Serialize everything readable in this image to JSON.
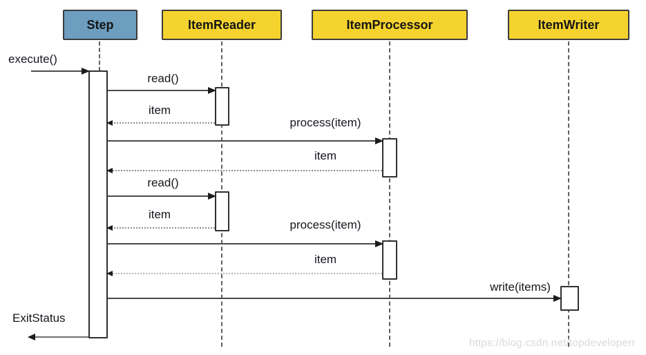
{
  "diagram": {
    "type": "uml-sequence",
    "participants": [
      {
        "id": "step",
        "label": "Step",
        "fill": "#6d9dbf"
      },
      {
        "id": "reader",
        "label": "ItemReader",
        "fill": "#f5d32e"
      },
      {
        "id": "processor",
        "label": "ItemProcessor",
        "fill": "#f5d32e"
      },
      {
        "id": "writer",
        "label": "ItemWriter",
        "fill": "#f5d32e"
      }
    ],
    "messages": [
      {
        "label": "execute()",
        "from": "caller",
        "to": "step",
        "style": "solid"
      },
      {
        "label": "read()",
        "from": "step",
        "to": "reader",
        "style": "solid"
      },
      {
        "label": "item",
        "from": "reader",
        "to": "step",
        "style": "dotted"
      },
      {
        "label": "process(item)",
        "from": "step",
        "to": "processor",
        "style": "solid"
      },
      {
        "label": "item",
        "from": "processor",
        "to": "step",
        "style": "dotted"
      },
      {
        "label": "read()",
        "from": "step",
        "to": "reader",
        "style": "solid"
      },
      {
        "label": "item",
        "from": "reader",
        "to": "step",
        "style": "dotted"
      },
      {
        "label": "process(item)",
        "from": "step",
        "to": "processor",
        "style": "solid"
      },
      {
        "label": "item",
        "from": "processor",
        "to": "step",
        "style": "dotted"
      },
      {
        "label": "write(items)",
        "from": "step",
        "to": "writer",
        "style": "solid"
      },
      {
        "label": "ExitStatus",
        "from": "step",
        "to": "caller",
        "style": "solid"
      }
    ],
    "colors": {
      "step_fill": "#6d9dbf",
      "component_fill": "#f5d32e",
      "border": "#3b3b3b",
      "text": "#16161e"
    },
    "watermark": "https://blog.csdn.net/topdeveloperr"
  }
}
